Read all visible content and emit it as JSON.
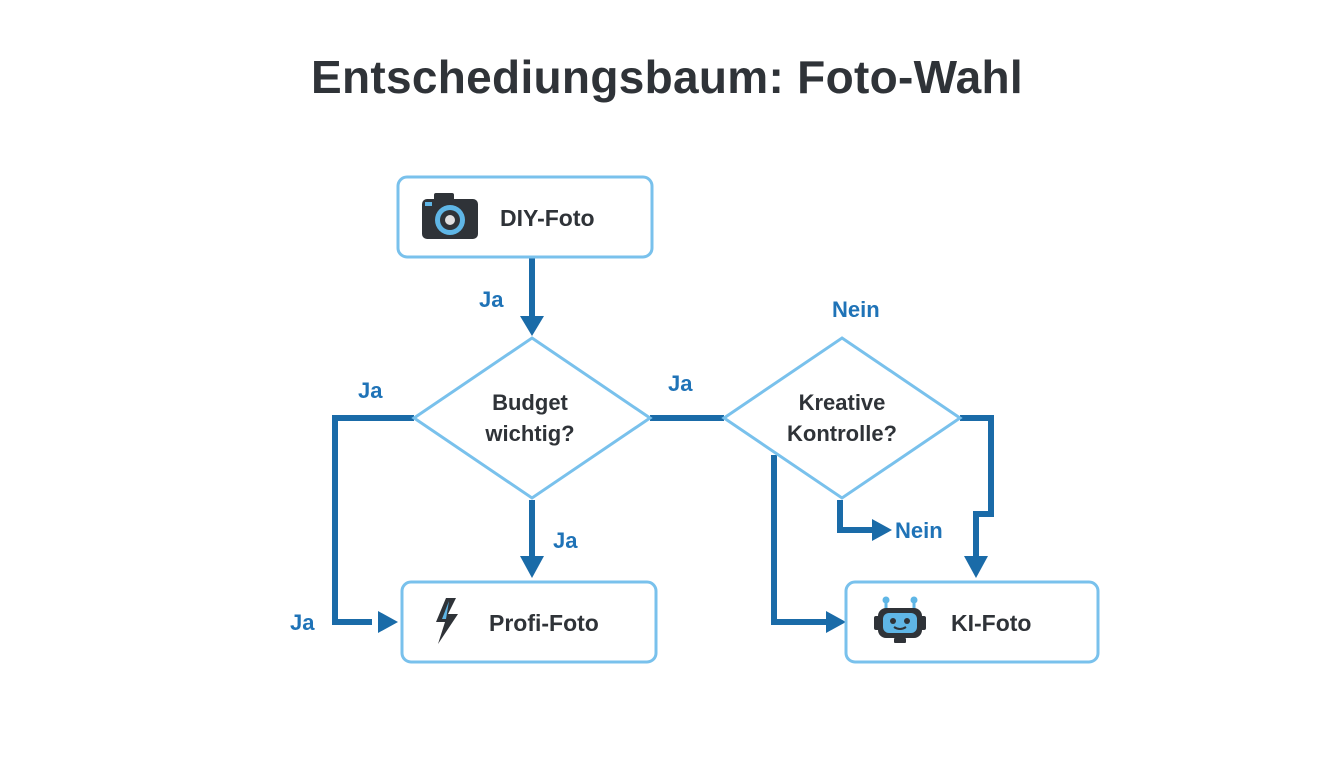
{
  "title": "Entschediungsbaum: Foto-Wahl",
  "colors": {
    "box_border": "#79c1ec",
    "arrow": "#1a6ba8",
    "label": "#1f73b7",
    "text": "#2f3338",
    "icon_dark": "#2f3338",
    "icon_accent": "#5fb6e6"
  },
  "nodes": {
    "diy": {
      "label": "DIY-Foto",
      "icon": "camera-icon"
    },
    "budget": {
      "line1": "Budget",
      "line2": "wichtig?"
    },
    "kreativ": {
      "line1": "Kreative",
      "line2": "Kontrolle?"
    },
    "profi": {
      "label": "Profi-Foto",
      "icon": "lightning-icon"
    },
    "ki": {
      "label": "KI-Foto",
      "icon": "robot-icon"
    }
  },
  "edge_labels": {
    "diy_to_budget": "Ja",
    "budget_left": "Ja",
    "budget_to_kreativ": "Ja",
    "kreativ_top": "Nein",
    "budget_down": "Ja",
    "left_to_profi": "Ja",
    "kreativ_down": "Nein"
  }
}
